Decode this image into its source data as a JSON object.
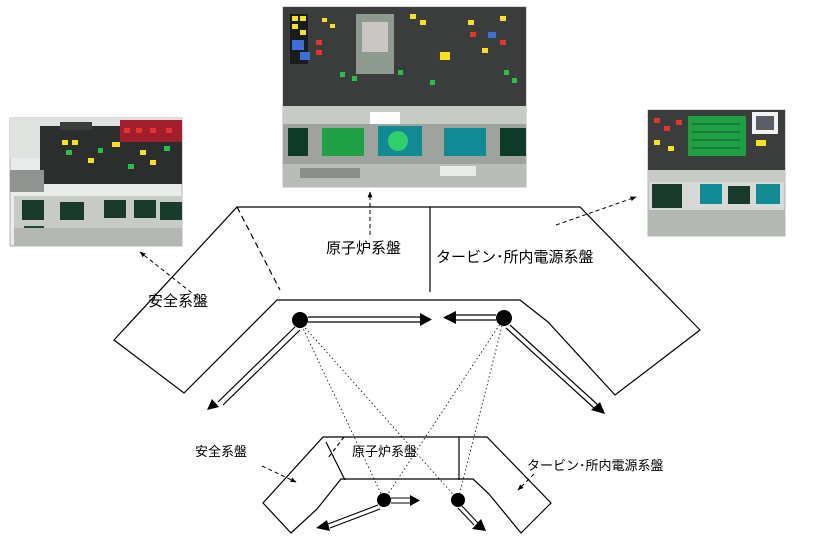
{
  "figure": {
    "upper_console": {
      "left_section": "安全系盤",
      "center_section": "原子炉系盤",
      "right_section": "タービン･所内電源系盤"
    },
    "lower_console": {
      "left_section": "安全系盤",
      "center_section": "原子炉系盤",
      "right_section": "タービン･所内電源系盤"
    },
    "photos": [
      {
        "depicts": "safety-system-panel-photo"
      },
      {
        "depicts": "reactor-system-panel-photo"
      },
      {
        "depicts": "turbine-power-panel-photo"
      }
    ],
    "colors": {
      "line": "#000000",
      "panel_dark": "#2b2e2c",
      "console_grey": "#c7cbc6",
      "screen_green": "#1fa045",
      "screen_teal": "#128a94",
      "lamp_yellow": "#f3e21c",
      "lamp_red": "#e3342f",
      "lamp_blue": "#3d6fd8"
    }
  }
}
